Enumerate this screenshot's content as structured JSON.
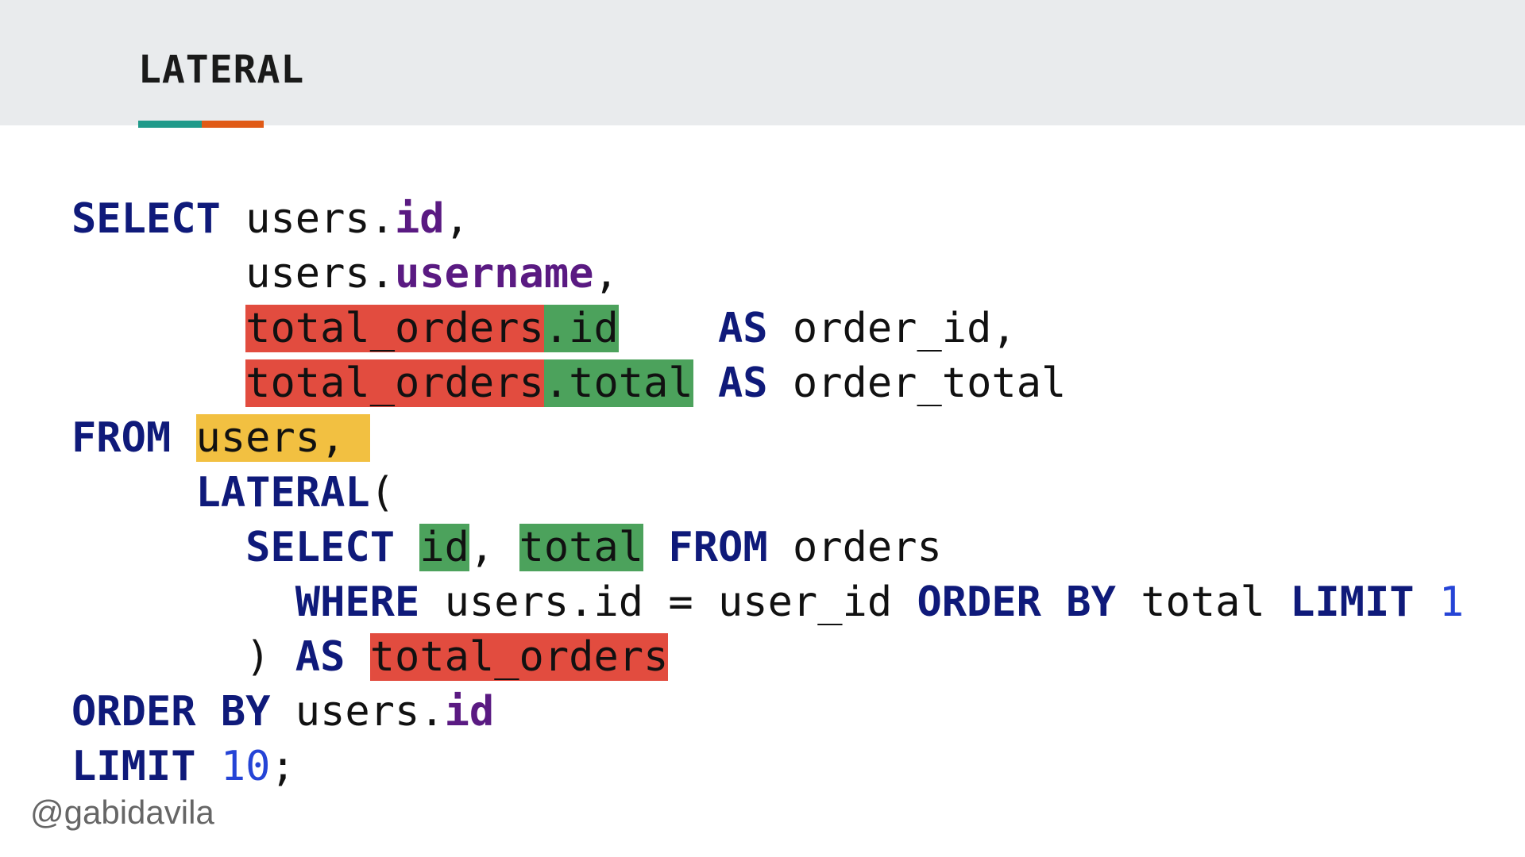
{
  "title": "LATERAL",
  "colors": {
    "header_bg": "#e9ebed",
    "accent_teal": "#1f9a8a",
    "accent_orange": "#e05a16",
    "keyword": "#0f1a7a",
    "property": "#5a1a82",
    "number": "#2544d6",
    "highlight_red": "#e24c3f",
    "highlight_green": "#4ca25c",
    "highlight_yellow": "#f2c041"
  },
  "code": {
    "l1": [
      "SELECT",
      " users.",
      "id",
      ","
    ],
    "l2": [
      "       users.",
      "username",
      ","
    ],
    "l3": [
      "       ",
      "total_orders",
      ".id",
      "    ",
      "AS",
      " order_id,"
    ],
    "l4": [
      "       ",
      "total_orders",
      ".total",
      " ",
      "AS",
      " order_total"
    ],
    "l5": [
      "FROM",
      " ",
      "users,",
      " "
    ],
    "l6": [
      "     ",
      "LATERAL",
      "("
    ],
    "l7": [
      "       ",
      "SELECT",
      " ",
      "id",
      ", ",
      "total",
      " ",
      "FROM",
      " orders"
    ],
    "l8": [
      "         ",
      "WHERE",
      " users.id = user_id ",
      "ORDER BY",
      " total ",
      "LIMIT",
      " ",
      "1"
    ],
    "l9": [
      "       ) ",
      "AS",
      " ",
      "total_orders"
    ],
    "l10": [
      "ORDER BY",
      " users.",
      "id"
    ],
    "l11": [
      "LIMIT",
      " ",
      "10",
      ";"
    ]
  },
  "footer": {
    "handle": "@gabidavila"
  }
}
